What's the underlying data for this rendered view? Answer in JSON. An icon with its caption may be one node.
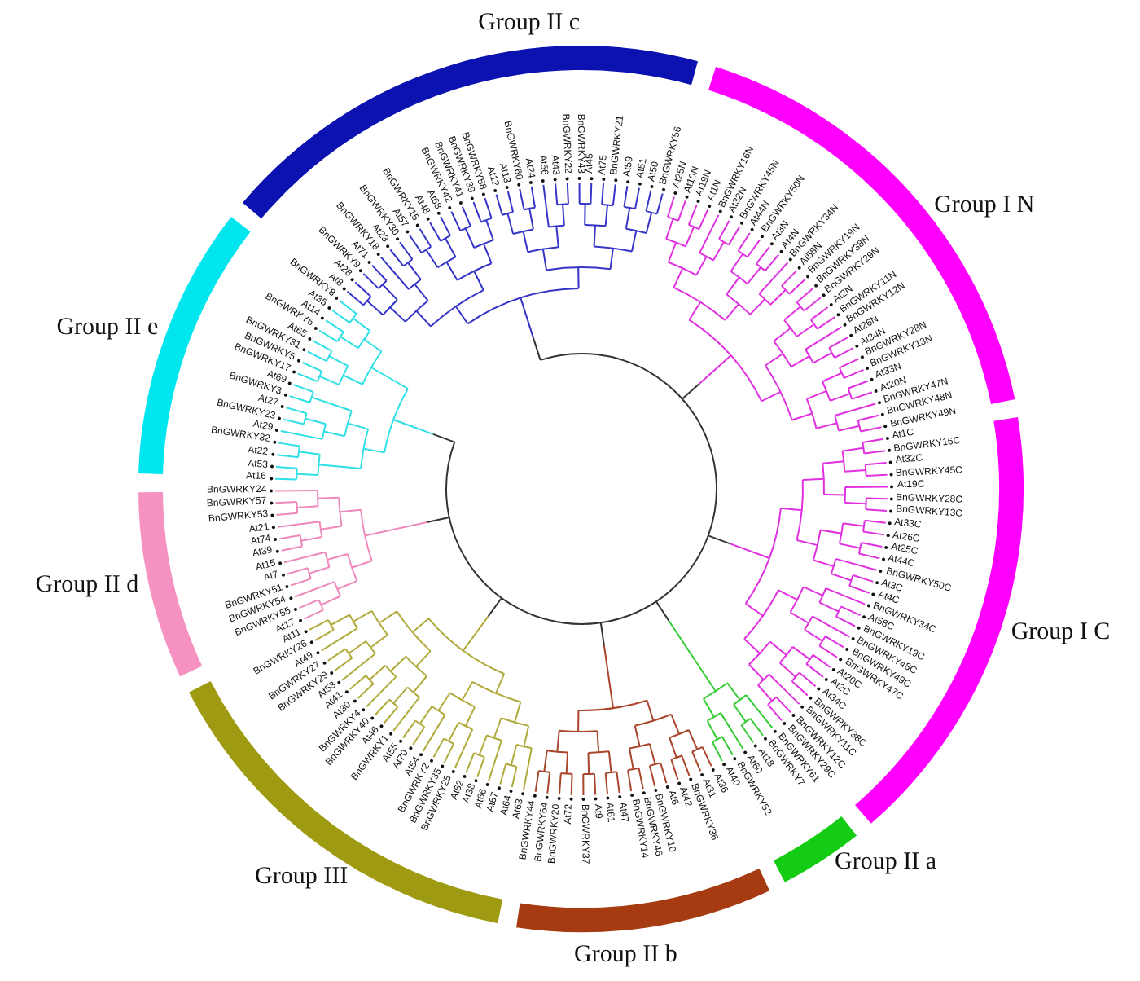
{
  "diagram": {
    "nodes": [
      {
        "text": [
          "Group II c"
        ]
      },
      {
        "text": [
          "Group I N"
        ]
      },
      {
        "text": [
          "Group I C"
        ]
      },
      {
        "text": [
          "Group II a"
        ]
      },
      {
        "text": [
          "Group II b"
        ]
      },
      {
        "text": [
          "Group III"
        ]
      },
      {
        "text": [
          "Group II d"
        ]
      },
      {
        "text": [
          "Group II e"
        ]
      }
    ],
    "labels": [
      "BnGWRKY53",
      "BnGWRKY57",
      "BnGWRKY24",
      "At16",
      "At53",
      "At22",
      "BnGWRKY32",
      "At29",
      "BnGWRKY23",
      "At27",
      "BnGWRKY3",
      "At69",
      "BnGWRKY17",
      "BnGWRKY5",
      "BnGWRKY31",
      "At65",
      "BnGWRKY6",
      "At14",
      "At35",
      "BnGWRKY8",
      "At8",
      "At28",
      "BnGWRKY9",
      "At71",
      "BnGWRKY18",
      "At23",
      "BnGWRKY30",
      "At57",
      "BnGWRKY15",
      "At48",
      "At68",
      "BnGWRKY42",
      "BnGWRKY41",
      "BnGWRKY39",
      "BnGWRKY58",
      "At12",
      "At13",
      "BnGWRKY60",
      "At24",
      "At56",
      "At43",
      "BnGWRKY22",
      "BnGWRKY43",
      "At45",
      "At75",
      "BnGWRKY21",
      "At59",
      "At51",
      "At50",
      "BnGWRKY56",
      "At25N",
      "At10N",
      "At19N",
      "At1N",
      "BnGWRKY16N",
      "At32N",
      "BnGWRKY45N",
      "At44N",
      "BnGWRKY50N",
      "At3N",
      "At4N",
      "BnGWRKY34N",
      "At58N",
      "BnGWRKY19N",
      "BnGWRKY38N",
      "BnGWRKY29N",
      "At2N",
      "BnGWRKY11N",
      "BnGWRKY12N",
      "At26N",
      "At34N",
      "BnGWRKY28N",
      "BnGWRKY13N",
      "At33N",
      "At20N",
      "BnGWRKY47N",
      "BnGWRKY48N",
      "BnGWRKY49N",
      "At1C",
      "BnGWRKY16C",
      "At21",
      "At74",
      "At39",
      "At15",
      "At7",
      "BnGWRKY51",
      "BnGWRKY54",
      "BnGWRKY55",
      "At17",
      "At11",
      "BnGWRKY26",
      "At49",
      "BnGWRKY27",
      "BnGWRKY29",
      "At53",
      "At41",
      "At30",
      "BnGWRKY4",
      "BnGWRKY40",
      "At46",
      "BnGWRKY1",
      "At55",
      "At70",
      "At54",
      "BnGWRKY2",
      "BnGWRKY35",
      "BnGWRKY25",
      "At62",
      "At38",
      "At66",
      "At67",
      "At64",
      "At63",
      "BnGWRKY44",
      "BnGWRKY64",
      "BnGWRKY20",
      "At72",
      "BnGWRKY37",
      "At9",
      "At61",
      "At47",
      "BnGWRKY14",
      "BnGWRKY46",
      "BnGWRKY10",
      "At6",
      "At42",
      "BnGWRKY36",
      "At31",
      "At36",
      "At40",
      "BnGWRKY52",
      "At60",
      "At18",
      "BnGWRKY7",
      "BnGWRKY61",
      "BnGWRKY29C",
      "BnGWRKY12C",
      "BnGWRKY11C",
      "BnGWRKY38C",
      "At34C",
      "At2C",
      "At20C",
      "BnGWRKY47C",
      "BnGWRKY49C",
      "BnGWRKY48C",
      "BnGWRKY19C",
      "At58C",
      "BnGWRKY34C",
      "At4C",
      "At3C",
      "BnGWRKY50C",
      "At44C",
      "At25C",
      "At26C",
      "At33C",
      "BnGWRKY13C",
      "BnGWRKY28C",
      "At19C",
      "BnGWRKY45C",
      "At32C"
    ]
  }
}
